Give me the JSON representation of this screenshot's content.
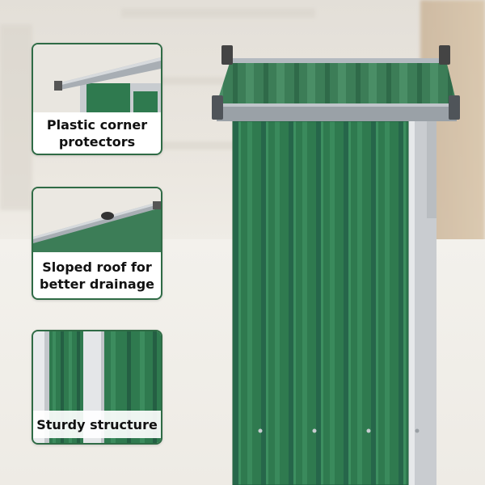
{
  "colors": {
    "shed_green": "#2f7a4f",
    "shed_green_dark": "#226040",
    "trim_gray": "#8a9096",
    "card_border": "#2f6b45"
  },
  "features": [
    {
      "label": "Plastic corner protectors"
    },
    {
      "label": "Sloped roof for better drainage"
    },
    {
      "label": "Sturdy structure"
    }
  ]
}
